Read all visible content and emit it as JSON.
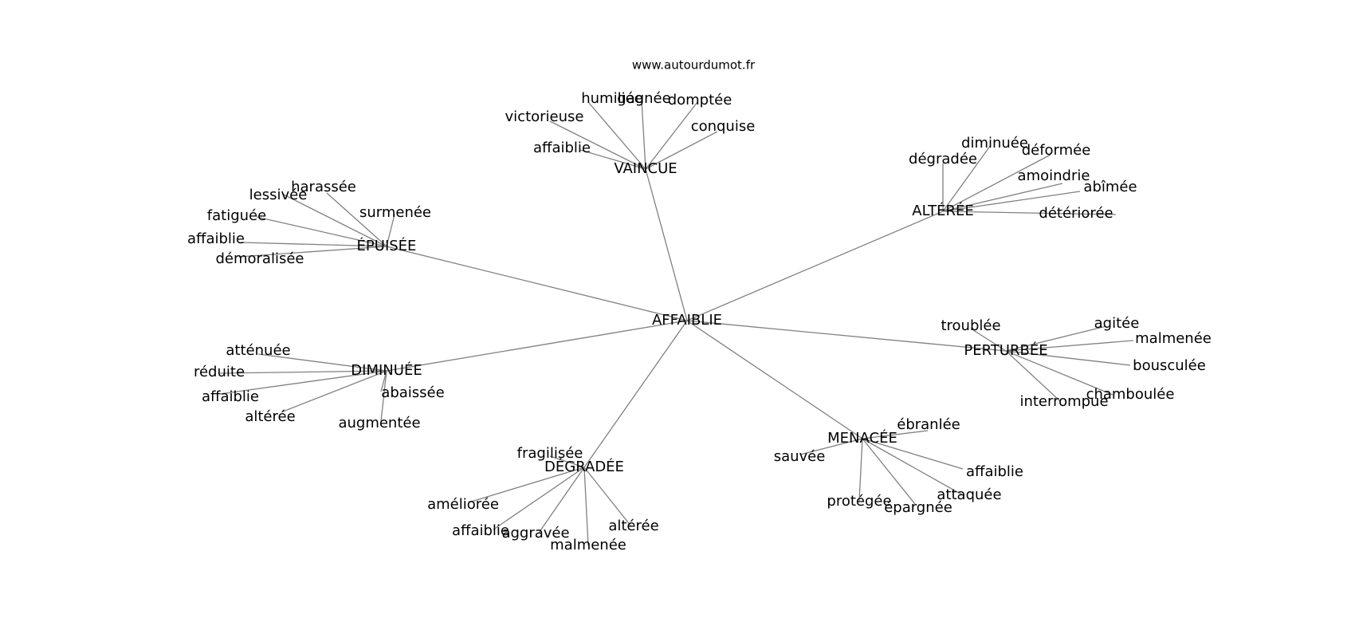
{
  "site": "www.autourdumot.fr",
  "colors": {
    "edge": "#808080",
    "text": "#000000",
    "background": "#ffffff"
  },
  "graph": {
    "center": "AFFAIBLIE",
    "clusters": [
      {
        "hub": "VAINCUE",
        "leaves": [
          "humiliée",
          "gagnée",
          "domptée",
          "conquise",
          "victorieuse",
          "affaiblie"
        ]
      },
      {
        "hub": "ÉPUISÉE",
        "leaves": [
          "lessivée",
          "harassée",
          "surmenée",
          "fatiguée",
          "affaiblie",
          "démoralisée"
        ]
      },
      {
        "hub": "ALTÉRÉE",
        "leaves": [
          "diminuée",
          "dégradée",
          "déformée",
          "amoindrie",
          "abîmée",
          "détériorée"
        ]
      },
      {
        "hub": "PERTURBÉE",
        "leaves": [
          "troublée",
          "agitée",
          "malmenée",
          "bousculée",
          "chamboulée",
          "interrompue"
        ]
      },
      {
        "hub": "DIMINUÉE",
        "leaves": [
          "atténuée",
          "réduite",
          "affaiblie",
          "altérée",
          "abaissée",
          "augmentée"
        ]
      },
      {
        "hub": "MENACÉE",
        "leaves": [
          "ébranlée",
          "sauvée",
          "affaiblie",
          "attaquée",
          "protégée",
          "épargnée"
        ]
      },
      {
        "hub": "DÉGRADÉE",
        "leaves": [
          "fragilisée",
          "améliorée",
          "affaiblie",
          "aggravée",
          "malmenée",
          "altérée"
        ]
      }
    ]
  }
}
